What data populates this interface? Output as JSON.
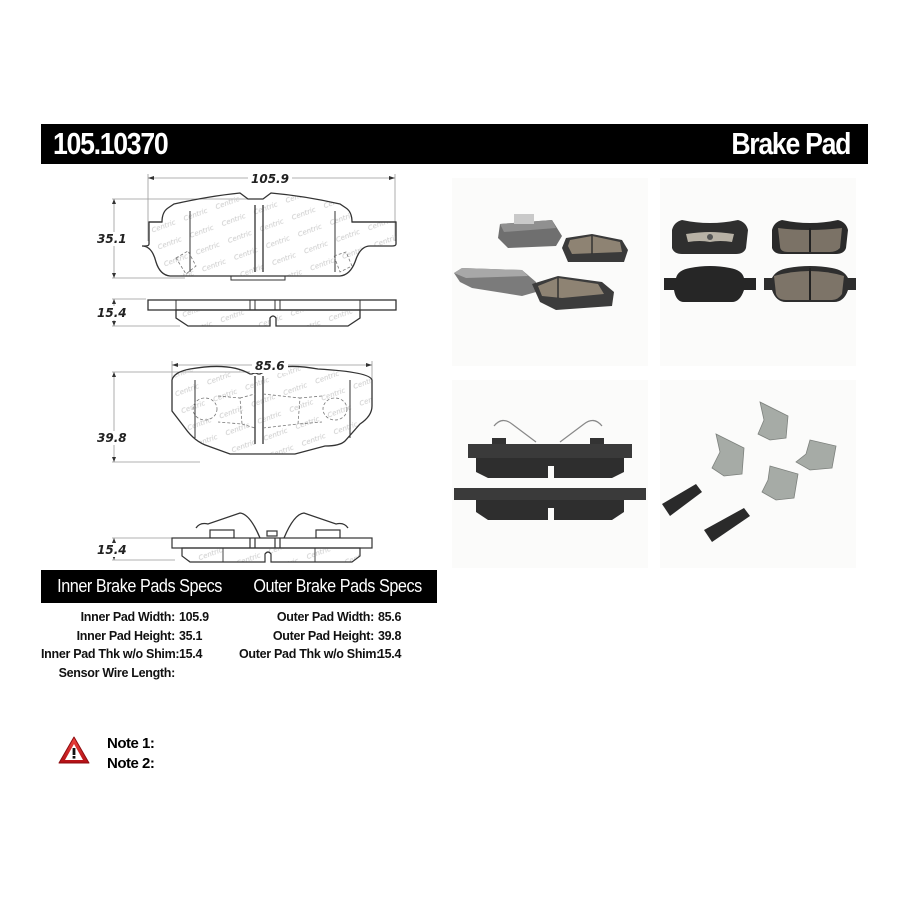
{
  "header": {
    "part_number": "105.10370",
    "category": "Brake Pad"
  },
  "drawing": {
    "inner_pad": {
      "width_label": "105.9",
      "height_label": "35.1",
      "thickness_label": "15.4"
    },
    "outer_pad": {
      "width_label": "85.6",
      "height_label": "39.8",
      "thickness_label": "15.4"
    },
    "watermark": "Centric"
  },
  "photos": [
    {
      "name": "pads-angled-view"
    },
    {
      "name": "pads-front-back-view"
    },
    {
      "name": "pads-side-view"
    },
    {
      "name": "hardware-clips-kit"
    }
  ],
  "specs": {
    "inner": {
      "title": "Inner Brake Pads Specs",
      "rows": [
        {
          "label": "Inner Pad Width:",
          "value": "105.9"
        },
        {
          "label": "Inner Pad Height:",
          "value": "35.1"
        },
        {
          "label": "Inner Pad Thk w/o Shim:",
          "value": "15.4"
        },
        {
          "label": "Sensor Wire Length:",
          "value": ""
        }
      ]
    },
    "outer": {
      "title": "Outer Brake Pads Specs",
      "rows": [
        {
          "label": "Outer Pad Width:",
          "value": "85.6"
        },
        {
          "label": "Outer Pad Height:",
          "value": "39.8"
        },
        {
          "label": "Outer Pad Thk w/o Shim:",
          "value": "15.4"
        }
      ]
    }
  },
  "notes": {
    "icon": "warning-triangle-icon",
    "items": [
      {
        "label": "Note 1:",
        "value": ""
      },
      {
        "label": "Note 2:",
        "value": ""
      }
    ]
  },
  "colors": {
    "header_bg": "#000000",
    "header_text": "#ffffff",
    "warning_red": "#d0161b",
    "photo_bg": "#fbfbfa"
  }
}
